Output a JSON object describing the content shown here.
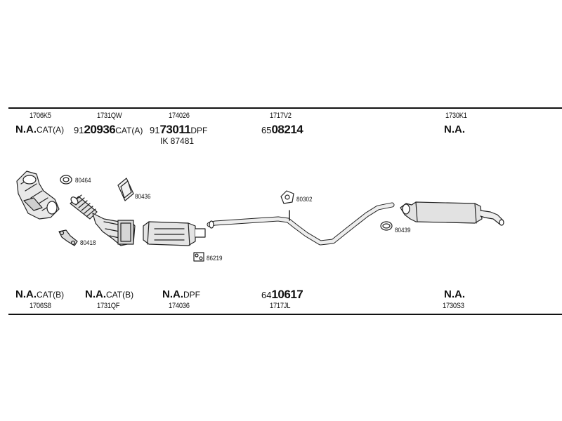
{
  "top": {
    "codes": [
      "1706K5",
      "1731QW",
      "174026",
      "1717V2",
      "1730K1"
    ],
    "col1": {
      "na": "N.A.",
      "suffix": "CAT(A)"
    },
    "col2": {
      "prefix": "91",
      "num": "20936",
      "suffix": "CAT(A)"
    },
    "col3": {
      "prefix": "91",
      "num": "73011",
      "suffix": "DPF",
      "sub": "IK 87481"
    },
    "col4": {
      "prefix": "65",
      "num": "08214"
    },
    "col5": {
      "na": "N.A."
    }
  },
  "bottom": {
    "codes": [
      "1706S8",
      "1731QF",
      "174036",
      "1717JL",
      "1730S3"
    ],
    "col1": {
      "na": "N.A.",
      "suffix": "CAT(B)"
    },
    "col2": {
      "na": "N.A.",
      "suffix": "CAT(B)"
    },
    "col3": {
      "na": "N.A.",
      "suffix": "DPF"
    },
    "col4": {
      "prefix": "64",
      "num": "10617"
    },
    "col5": {
      "na": "N.A."
    }
  },
  "parts": {
    "gasket_top": "80464",
    "gasket_flat": "80436",
    "bracket_left": "80418",
    "rubber_mount": "86219",
    "hanger": "80302",
    "clamp": "80439"
  }
}
